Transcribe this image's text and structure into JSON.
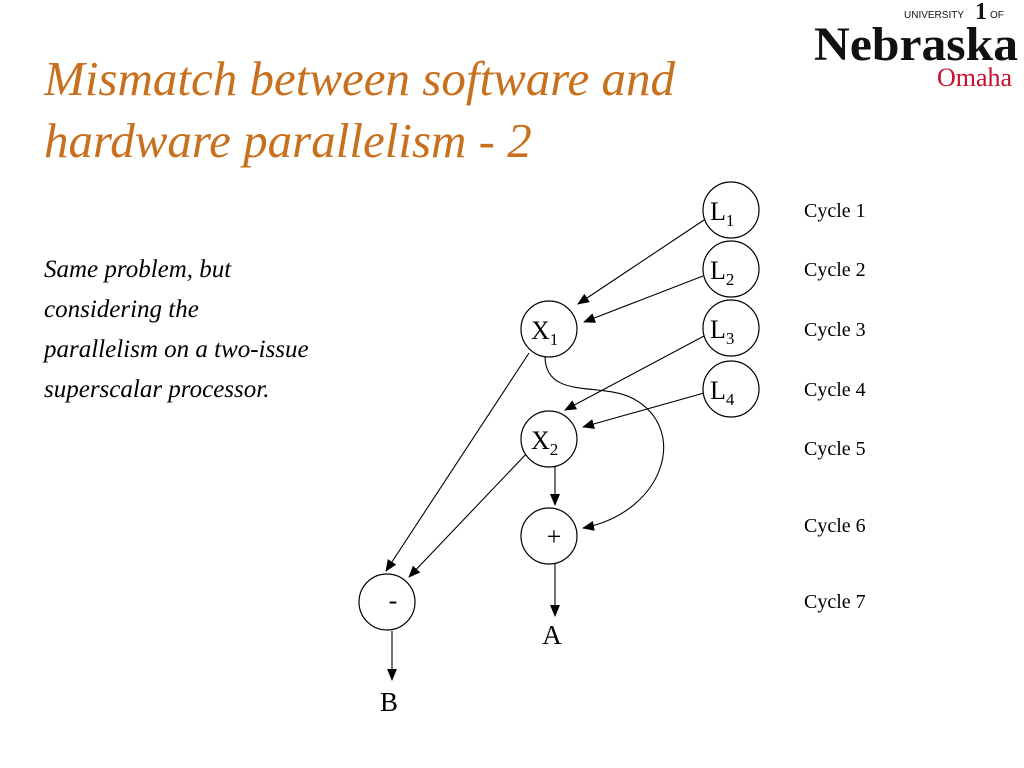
{
  "slide": {
    "title_line1": "Mismatch between software and",
    "title_line2": "hardware parallelism - 2",
    "subtitle_lines": [
      "Same problem, but",
      "considering the",
      "parallelism on a two-issue",
      "superscalar processor."
    ]
  },
  "logo": {
    "university_of_left": "UNIVERSITY",
    "university_of_right": "OF",
    "name": "Nebraska",
    "campus": "Omaha",
    "colors": {
      "wordmark": "#111111",
      "campus": "#c8102e"
    }
  },
  "colors": {
    "title": "#c8701e",
    "text": "#000000",
    "node_fill": "#ffffff",
    "node_stroke": "#000000"
  },
  "diagram": {
    "nodes": {
      "L1": {
        "main": "L",
        "sub": "1"
      },
      "L2": {
        "main": "L",
        "sub": "2"
      },
      "L3": {
        "main": "L",
        "sub": "3"
      },
      "L4": {
        "main": "L",
        "sub": "4"
      },
      "X1": {
        "main": "X",
        "sub": "1"
      },
      "X2": {
        "main": "X",
        "sub": "2"
      },
      "plus": {
        "main": "+",
        "sub": ""
      },
      "minus": {
        "main": "-",
        "sub": ""
      }
    },
    "outputs": {
      "A": "A",
      "B": "B"
    },
    "edges": [
      {
        "from": "L1",
        "to": "X1"
      },
      {
        "from": "L2",
        "to": "X1"
      },
      {
        "from": "L3",
        "to": "X2"
      },
      {
        "from": "L4",
        "to": "X2"
      },
      {
        "from": "X1",
        "to": "plus"
      },
      {
        "from": "X1",
        "to": "minus"
      },
      {
        "from": "X2",
        "to": "plus"
      },
      {
        "from": "X2",
        "to": "minus"
      },
      {
        "from": "plus",
        "to": "A"
      },
      {
        "from": "minus",
        "to": "B"
      }
    ],
    "cycles": [
      "Cycle 1",
      "Cycle 2",
      "Cycle 3",
      "Cycle 4",
      "Cycle 5",
      "Cycle 6",
      "Cycle 7"
    ]
  }
}
